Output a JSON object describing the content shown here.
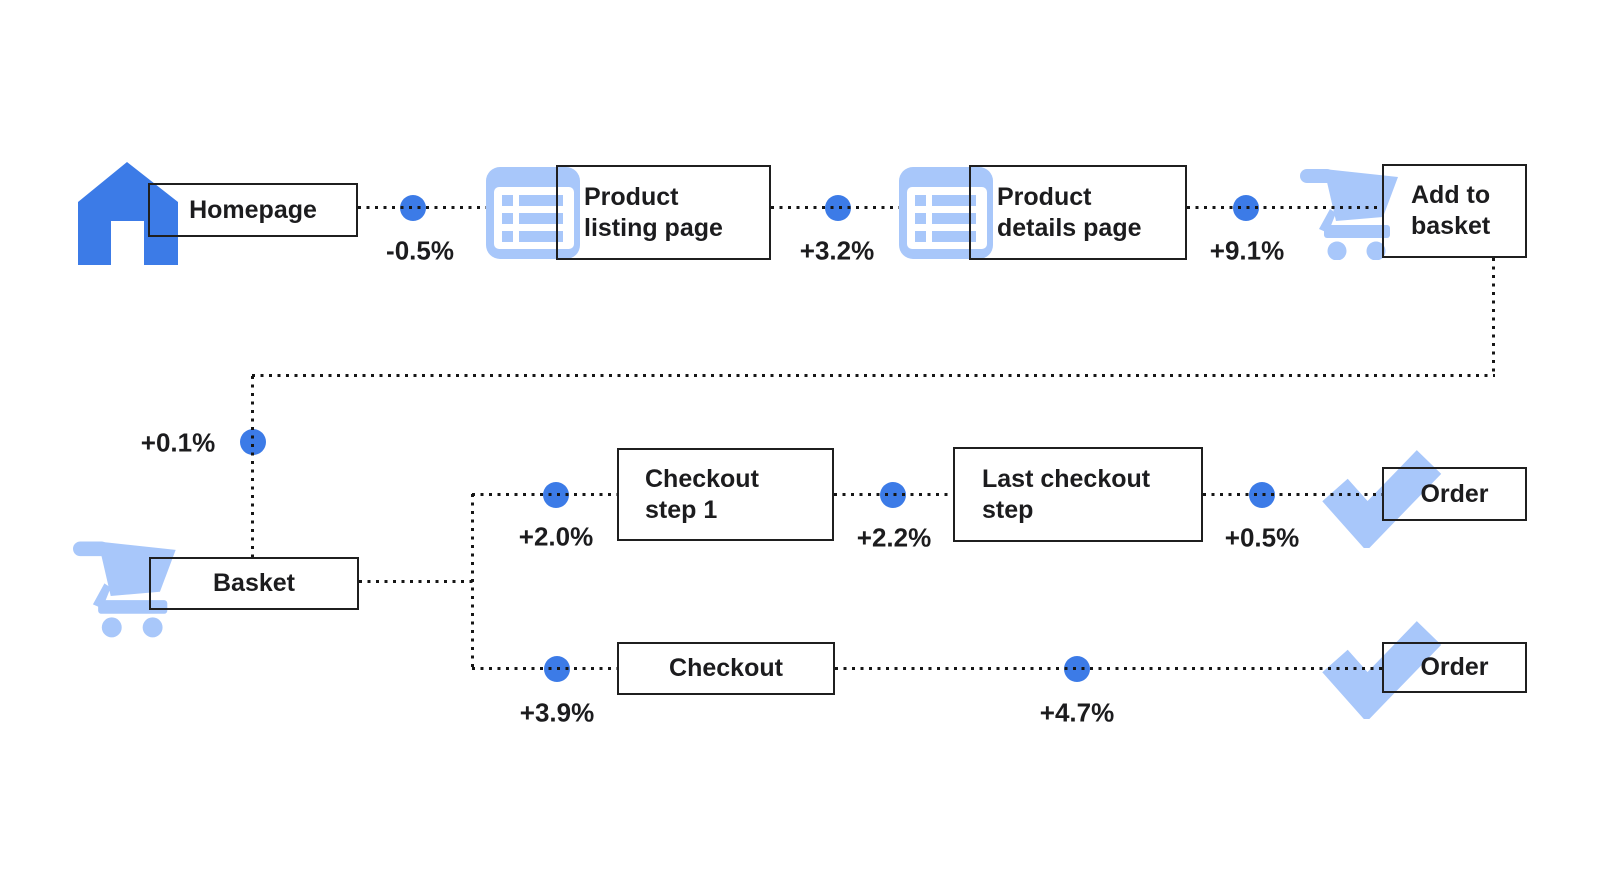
{
  "nodes": {
    "homepage": {
      "label": "Homepage"
    },
    "product_listing": {
      "line1": "Product",
      "line2": "listing page"
    },
    "product_details": {
      "line1": "Product",
      "line2": "details page"
    },
    "add_to_basket": {
      "line1": "Add to",
      "line2": "basket"
    },
    "basket": {
      "label": "Basket"
    },
    "checkout_step_1": {
      "line1": "Checkout",
      "line2": "step 1"
    },
    "last_checkout_step": {
      "line1": "Last checkout",
      "line2": "step"
    },
    "checkout": {
      "label": "Checkout"
    },
    "order_main": {
      "label": "Order"
    },
    "order_alt": {
      "label": "Order"
    }
  },
  "deltas": {
    "homepage_to_listing": "-0.5%",
    "listing_to_details": "+3.2%",
    "details_to_add_to_basket": "+9.1%",
    "add_to_basket_to_basket": "+0.1%",
    "basket_to_checkout_step_1": "+2.0%",
    "checkout_step_1_to_last_step": "+2.2%",
    "last_step_to_order": "+0.5%",
    "basket_to_checkout": "+3.9%",
    "checkout_to_order": "+4.7%"
  },
  "icons": {
    "homepage": "home-icon",
    "product_listing": "list-page-icon",
    "product_details": "list-page-icon",
    "add_to_basket": "shopping-cart-icon",
    "basket": "shopping-cart-icon",
    "order_main": "checkmark-icon",
    "order_alt": "checkmark-icon"
  },
  "colors": {
    "primary_blue": "#3C7BE7",
    "light_blue": "#A8C7FA",
    "line_black": "#161616",
    "box_border": "#1F1F1F",
    "text": "#1C1C1E",
    "background": "#FFFFFF"
  }
}
